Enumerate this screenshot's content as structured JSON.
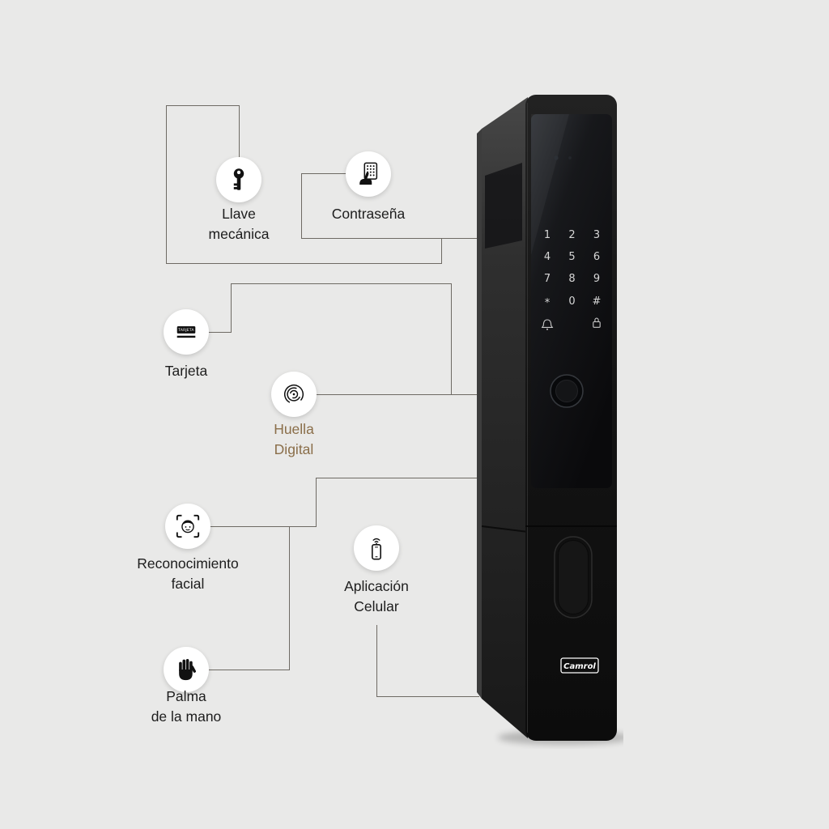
{
  "title": "Smart lock access methods infographic",
  "colors": {
    "background": "#e9e9e8",
    "connector_line": "#6e6a64",
    "label_text": "#1d1d1d",
    "huella_label_text": "#8a6e49",
    "circle_background": "#ffffff",
    "icon_color": "#111111",
    "device_body": "#161616",
    "keypad_text": "#d6d6d6",
    "logo_text": "#ffffff"
  },
  "features": [
    {
      "id": "llave-mecanica",
      "icon": "key-icon",
      "label_lines": [
        "Llave",
        "mecánica"
      ]
    },
    {
      "id": "contrasena",
      "icon": "keypad-hand-icon",
      "label_lines": [
        "Contraseña"
      ]
    },
    {
      "id": "tarjeta",
      "icon": "card-icon",
      "icon_text": "TARJETA",
      "label_lines": [
        "Tarjeta"
      ]
    },
    {
      "id": "huella-digital",
      "icon": "fingerprint-icon",
      "label_lines": [
        "Huella",
        "Digital"
      ]
    },
    {
      "id": "reconocimiento-facial",
      "icon": "face-scan-icon",
      "label_lines": [
        "Reconocimiento",
        "facial"
      ]
    },
    {
      "id": "aplicacion-celular",
      "icon": "smartphone-wifi-icon",
      "label_lines": [
        "Aplicación",
        "Celular"
      ]
    },
    {
      "id": "palma-mano",
      "icon": "palm-hand-icon",
      "label_lines": [
        "Palma",
        "de la mano"
      ]
    }
  ],
  "lock": {
    "brand": "Camrol",
    "keypad_keys": [
      "1",
      "2",
      "3",
      "4",
      "5",
      "6",
      "7",
      "8",
      "9",
      "*",
      "0",
      "#"
    ],
    "keypad_icons": [
      "bell",
      "lock"
    ]
  }
}
